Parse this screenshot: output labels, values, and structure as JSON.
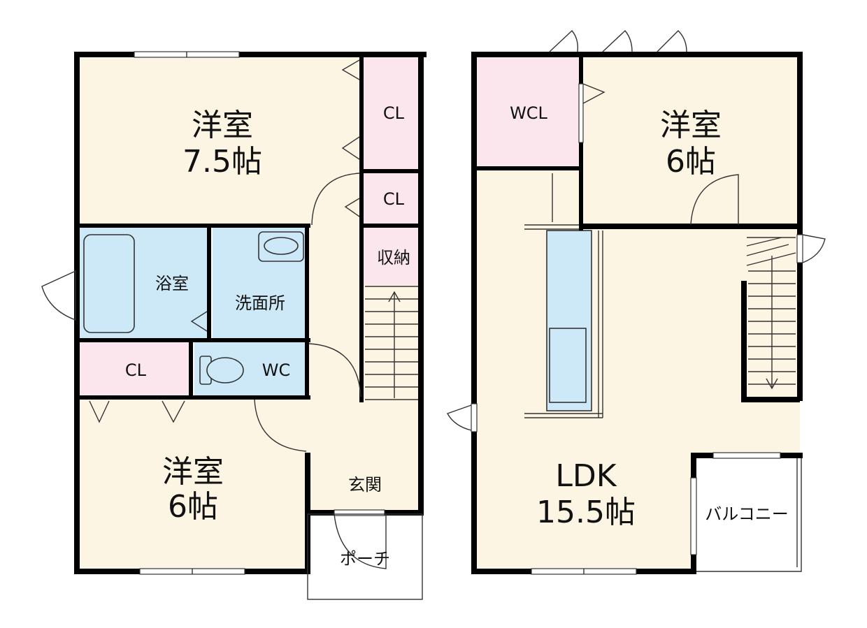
{
  "floors": [
    {
      "rooms": {
        "bedroom_75": {
          "label": "洋室",
          "size": "7.5帖"
        },
        "closet_a": {
          "label": "CL"
        },
        "closet_b": {
          "label": "CL"
        },
        "storage": {
          "label": "収納"
        },
        "bath": {
          "label": "浴室"
        },
        "washroom": {
          "label": "洗面所"
        },
        "closet_c": {
          "label": "CL"
        },
        "toilet": {
          "label": "WC"
        },
        "bedroom_6": {
          "label": "洋室",
          "size": "6帖"
        },
        "entrance": {
          "label": "玄関"
        },
        "porch": {
          "label": "ポーチ"
        }
      }
    },
    {
      "rooms": {
        "walk_in_closet": {
          "label": "WCL"
        },
        "bedroom_6": {
          "label": "洋室",
          "size": "6帖"
        },
        "ldk": {
          "label": "LDK",
          "size": "15.5帖"
        },
        "balcony": {
          "label": "バルコニー"
        }
      }
    }
  ],
  "colors": {
    "room_floor": "#fcf5e3",
    "closet_fill": "#fbe6ee",
    "wet_area_fill": "#cde9f7",
    "wall": "#000000"
  }
}
